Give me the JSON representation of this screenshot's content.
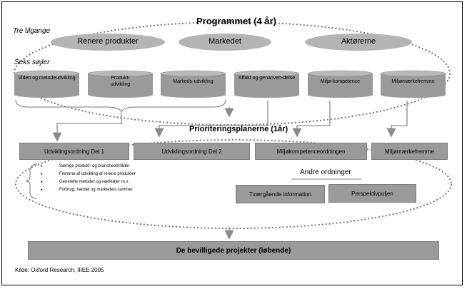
{
  "title": "Programmet (4 år)",
  "section_labels": {
    "tre_tilgange": "Tre tilgange",
    "seks_sojler": "Seks søjler"
  },
  "approaches": [
    "Renere produkter",
    "Markedet",
    "Aktørerne"
  ],
  "pillars": [
    "Viden og metodeudvikling",
    "Produkt-udvikling",
    "Markeds-udvikling",
    "Affald og genanven-delse",
    "Miljø-kompetence",
    "Miljømærkefremme"
  ],
  "priority_title": "Prioriteringsplanerne (1år)",
  "schemes": [
    "Udviklingsordning Del 1",
    "Udviklingsordning Del 2",
    "Miljøkompetenceordningen",
    "Miljømærkefremme"
  ],
  "bullets": [
    "Særlige produkt- og brancheområder",
    "Fremme af udvikling af renere produkter",
    "Generelle metoder og værktøjer m.v.",
    "Forbrug, handel og markedets rammer"
  ],
  "other_title": "Andre ordninger",
  "other_schemes": [
    "Tværgående information",
    "Perspektivpuljen"
  ],
  "result": "De bevilligede projekter (løbende)",
  "source": "Kilde: Oxford Research, IIIEE 2005",
  "colors": {
    "box_fill": "#9a9a9a",
    "oval_fill": "#b4b4b4",
    "arrow": "#8a8a8a",
    "dotted": "#777777"
  }
}
